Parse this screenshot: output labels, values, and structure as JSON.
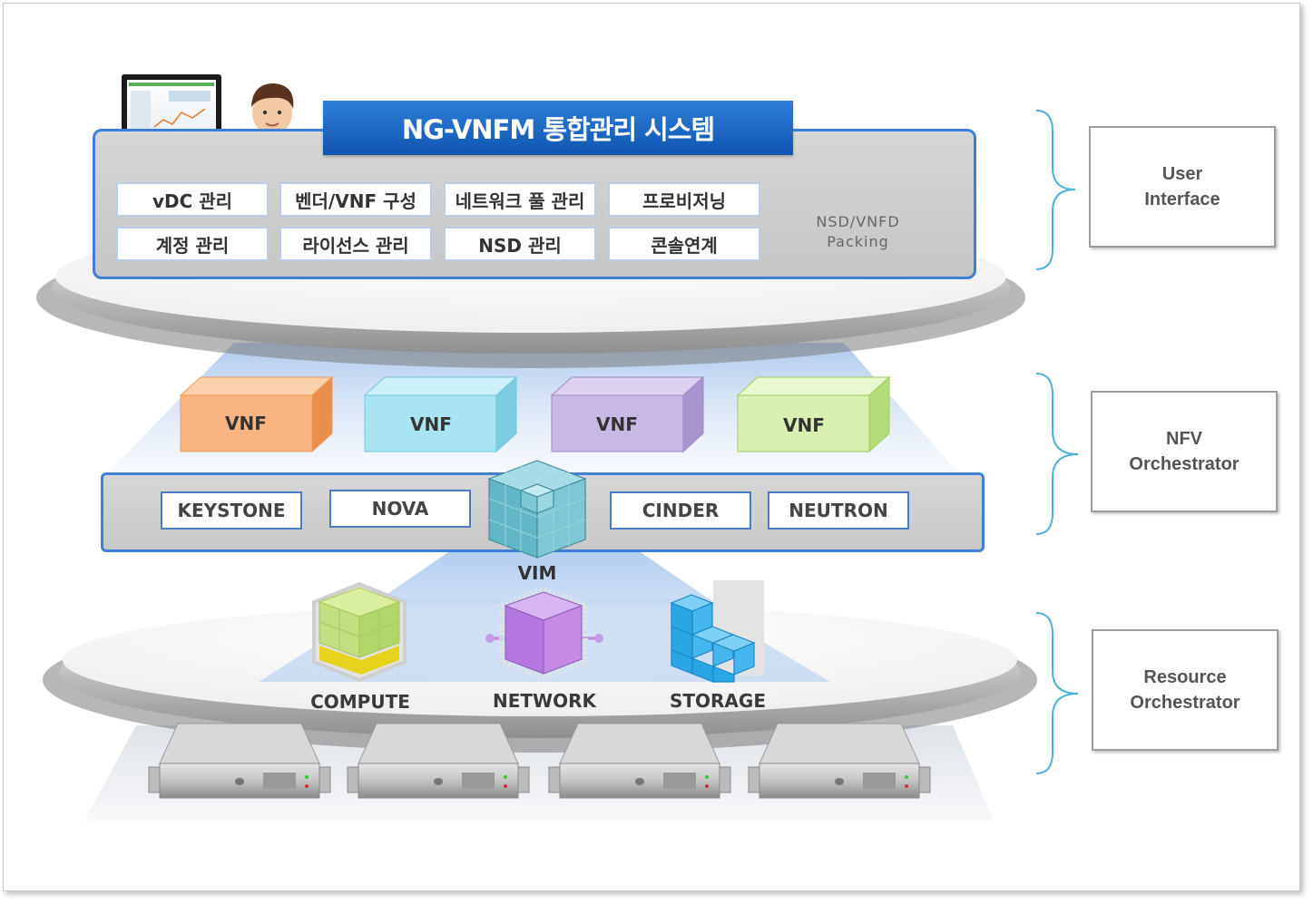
{
  "title": "NG-VNFM 통합관리 시스템",
  "ui_functions": [
    "vDC 관리",
    "벤더/VNF 구성",
    "네트워크 풀 관리",
    "프로비저닝",
    "계정 관리",
    "라이선스 관리",
    "NSD 관리",
    "콘솔연계"
  ],
  "package_store": {
    "line1": "NSD/VNFD",
    "line2": "Packing"
  },
  "vnfs": [
    {
      "label": "VNF",
      "color": "#f6b483"
    },
    {
      "label": "VNF",
      "color": "#a8e3f0"
    },
    {
      "label": "VNF",
      "color": "#c9b9e6"
    },
    {
      "label": "VNF",
      "color": "#d8f0b2"
    }
  ],
  "openstack_components": [
    "KEYSTONE",
    "NOVA",
    "CINDER",
    "NEUTRON"
  ],
  "vim_label": "VIM",
  "resources": [
    "COMPUTE",
    "NETWORK",
    "STORAGE"
  ],
  "layers": [
    {
      "line1": "User",
      "line2": "Interface"
    },
    {
      "line1": "NFV",
      "line2": "Orchestrator"
    },
    {
      "line1": "Resource",
      "line2": "Orchestrator"
    }
  ],
  "server_count": 4
}
